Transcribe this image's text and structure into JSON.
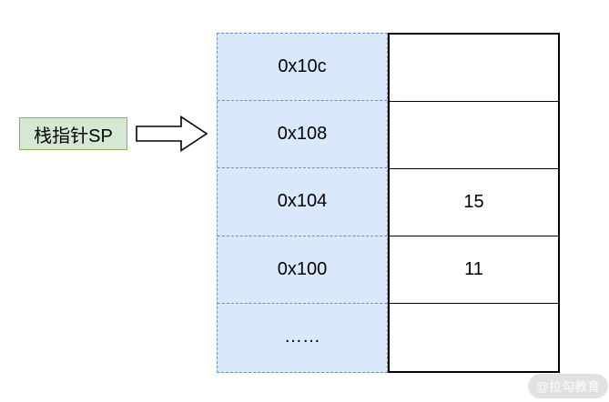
{
  "diagram": {
    "pointer_label": "栈指针SP",
    "pointer_target_address": "0x108",
    "memory": {
      "rows": [
        {
          "address": "0x10c",
          "value": ""
        },
        {
          "address": "0x108",
          "value": ""
        },
        {
          "address": "0x104",
          "value": "15"
        },
        {
          "address": "0x100",
          "value": "11"
        },
        {
          "address": "……",
          "value": ""
        }
      ]
    },
    "icons": {
      "arrow": "arrow-right-icon"
    },
    "colors": {
      "address_fill": "#dae8fc",
      "address_border": "#6c8ebf",
      "label_fill": "#d5e8d4",
      "label_border": "#82b366",
      "value_border": "#000000",
      "arrow_fill": "#ffffff",
      "arrow_stroke": "#000000"
    }
  },
  "watermark": {
    "text": "@拉勾教育"
  }
}
